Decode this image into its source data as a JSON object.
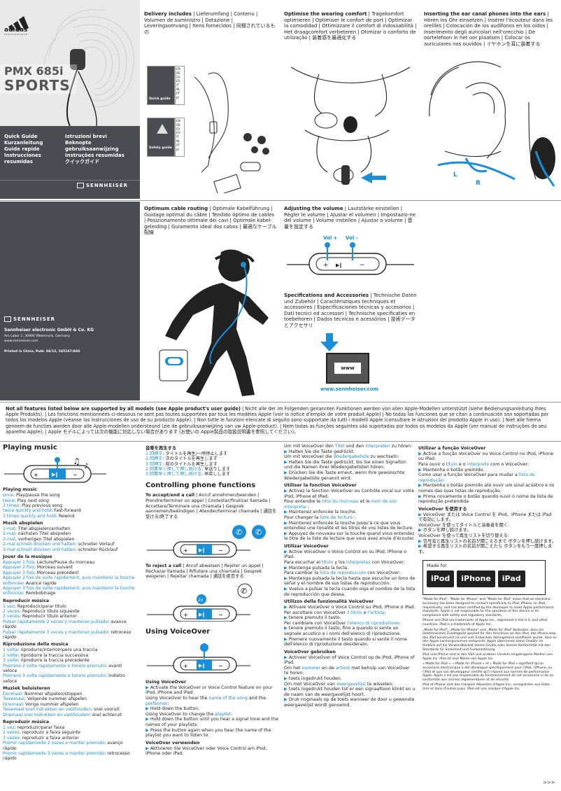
{
  "cover": {
    "brand": "adidas",
    "brand_sub": "PERFORMANCE",
    "model": "PMX 685i",
    "sports": "SPORTS",
    "guides_left": [
      "Quick Guide",
      "Kurzanleitung",
      "Guide rapide",
      "Instrucciones resumidas"
    ],
    "guides_right": [
      "Istruzioni brevi",
      "Beknopte gebruiksaanwijzing",
      "Instruções resumidas",
      "クイックガイド"
    ],
    "sennheiser": "SENNHEISER"
  },
  "back": {
    "sennheiser": "SENNHEISER",
    "company": "Sennheiser electronic GmbH & Co. KG",
    "address": "Am Labor 1, 30900 Wedemark, Germany",
    "web": "www.sennheiser.com",
    "printed": "Printed in China, Publ. 06/12, 545167/A03"
  },
  "panel_delivery": {
    "bold": "Delivery includes",
    "text": " | Lieferumfang | Contenu | Volumen de suministro | Dotazione | Leveringsomvang | Itens fornecidos | 同梱されているもの",
    "qg_label": "Quick guide",
    "sg_label": "Safety guide",
    "langs": [
      "EN",
      "DE",
      "FR",
      "ES",
      "IT",
      "NL",
      "PT",
      "JA"
    ]
  },
  "panel_comfort": {
    "bold": "Optimise the wearing comfort",
    "text": " | Tragekomfort optimieren | Optimiser le confort de port | Optimizar la comodidad | Ottimizzare il comfort di indossabilità | Het draagcomfort verbeteren | Otimizar o conforto de utilização | 装着感を最適化する"
  },
  "panel_insert": {
    "bold": "Inserting the ear canal phones into the ears",
    "text": " | Hören ins Ohr einsetzen | Insérer l'écouteur dans les oreilles | Colocación de los audífonos en los oídos | Inserimento degli auricolari nell'orecchio | De oortelefoon in het oor plaatsen | Colocar os auriculares nos ouvidos | イヤホンを耳に装着する",
    "L": "L",
    "R": "R"
  },
  "panel_cable": {
    "bold": "Optimum cable routing",
    "text": " | Optimale Kabelführung | Guidage optimal du câble | Tendido óptimo de cables | Posizionamento ottimale dei cavi | Optimale kabel-geleiding | Guiamento ideal dos cabos | 最適なケーブル配線"
  },
  "panel_volume": {
    "bold": "Adjusting the volume",
    "text": " | Lautstärke einstellen | Régler le volume | Ajustar el volumen | Impostazio-ne del volume | Volume instellen | Ajustar o volume | 音量を設定する",
    "vol_plus": "Vol +",
    "vol_minus": "Vol –"
  },
  "panel_specs": {
    "bold": "Specifications and Accessories",
    "text": " | Technische Daten und Zubehör | Caractéristiques techniques et accessoires | Especificaciones técnicas y accesorios | Dati tecnici ed accessori | Technische specificaties en toebehoren | Dados técnicos e acessórios | 技術データとアクセサリ",
    "www": "www",
    "url": "www.sennheiser.com"
  },
  "notice": {
    "bold": "Not all features listed below are supported by all models (see Apple product's user guide)",
    "text": " | Nicht alle der im Folgenden genannten Funktionen werden von allen Apple-Modellen unterstützt (siehe Bedienungsanleitung Ihres Apple Produkts). | Les fonctions mentionnées ci-dessous ne sont pas toutes supportées par tous les modèles Apple (voir la notice d'emploi de votre produit Apple) | No todas las funciones que se citan a continuación son soportadas por todos los modelos Apple (véanse las instrucciones de uso de su producto Apple). | Non tutte le funzioni elencate di seguito sono supportate da tutti i modelli Apple (consultare le istruzioni del prodotto Apple in uso). | Niet alle hierna genoem-de functies worden door alle Apple-modellen ondersteund (zie de gebruiksaanwijzing van uw Apple-product). | Nem todas as funções seguintes são suportadas por todos os modelos da Apple (ver manual de instruções do seu aparelho Apple). | Apple モデルによっては次の機能に対応しない場合があります (お使いの Apple製品の取扱説明書を参照してください)。"
  },
  "col1": {
    "title": "Playing music",
    "en_head": "Playing music",
    "en": [
      [
        "once",
        ": Play/pause the song"
      ],
      [
        "twice",
        ": Play next song"
      ],
      [
        "3 times",
        ": Play previous song"
      ],
      [
        "twice quickly and hold",
        ": Fast-forward"
      ],
      [
        "3 times quickly and hold",
        ": Rewind"
      ]
    ],
    "de_head": "Musik abspielen",
    "de": [
      [
        "1-mal",
        ": Titel abspielen/anhalten"
      ],
      [
        "2-mal",
        ": nächsten Titel abspielen"
      ],
      [
        "3-mal",
        ": vorherigen Titel abspielen"
      ],
      [
        "2-mal schnell drücken und halten",
        ": schneller Vorlauf"
      ],
      [
        "3-mal schnell drücken und halten",
        ": schneller Rücklauf"
      ]
    ],
    "fr_head": "Jouer de la musique",
    "fr": [
      [
        "Appuyer 1 fois",
        ": Lecture/Pause du morceau"
      ],
      [
        "Appuyer 2 fois",
        ": Morceau suivant"
      ],
      [
        "Appuyer 3 fois",
        ": Morceau précédent"
      ],
      [
        "Appuyer 2 fois de suite rapidement, puis maintenir la touche enfoncée",
        ": Avance rapide"
      ],
      [
        "Appuyer 3 fois de suite rapidement, puis maintenir la touche enfoncée",
        ": Rembobinage"
      ]
    ],
    "es_head": "Reproducir música",
    "es": [
      [
        "1 vez",
        ": Reproducir/parar título"
      ],
      [
        "2 veces",
        ": Reproducir título siguiente"
      ],
      [
        "3 veces",
        ": Reproducir título anterior"
      ],
      [
        "Pulsar rápidamente 2 veces y mantener pulsado",
        ": avance rápido"
      ],
      [
        "Pulsar rápidamente 3 veces y mantener pulsado",
        ": retroceso rápido"
      ]
    ],
    "it_head": "Riproduzione della musica",
    "it": [
      [
        "1 volta",
        ": riprodurre/interrompere una traccia"
      ],
      [
        "2 volte",
        ": riprodurre la traccia successiva"
      ],
      [
        "3 volte",
        ": riprodurre la traccia precedente"
      ],
      [
        "Premere 2 volte rapidamente e tenere premuto",
        ": avanti veloce"
      ],
      [
        "Premere 3 volte rapidamente e tenere premuto",
        ": indietro veloce"
      ]
    ],
    "nl_head": "Muziek beluisteren",
    "nl": [
      [
        "Eenmaal",
        ": Nummer afspelen/stoppen"
      ],
      [
        "Tweemaal",
        ": Volgende nummer afspelen"
      ],
      [
        "Driemaal",
        ": Vorige nummer afspelen"
      ],
      [
        "Tweemaal snel indrukken en vasthouden",
        ": snel vooruit"
      ],
      [
        "Driemaal snel indrukken en vasthouden",
        ": snel achteruit"
      ]
    ],
    "pt_head": "Reproduzir música",
    "pt": [
      [
        "1 vez",
        ": reproduzir/parar faixa"
      ],
      [
        "2 vezes",
        ": reproduzir a faixa seguinte"
      ],
      [
        "3 vezes",
        ": reproduzir a faixa anterior"
      ],
      [
        "Premir rapidamente 2 vezes e manter premido",
        ": avanço rápido"
      ],
      [
        "Premir rapidamente 3 vezes e manter premido",
        ": retrocesso rápido"
      ]
    ]
  },
  "col2": {
    "ja_head": "音楽を再生する",
    "ja": [
      [
        "1 回押す",
        ": タイトルを再生/一時停止します"
      ],
      [
        "2 回押す",
        ": 次のタイトルを再生します"
      ],
      [
        "3 回押す",
        ": 前のタイトルを再生します"
      ],
      [
        "2 回素早く押して押し続ける",
        ": 早送りします"
      ],
      [
        "3 回素早く押して押し続ける",
        ": 早戻しします"
      ]
    ],
    "phone_title": "Controlling phone functions",
    "accept_bold": "To accept/end a call",
    "accept_text": " | Anruf annehmen/beenden | Prendre/terminer un appel | Contestar/finalizar llamada | Accettare/Terminare una chiamata | Gesprek aannemen/beëindigen | Atender/terminar chamada | 通話を受ける/終了する",
    "reject_bold": "To reject a call",
    "reject_text": " | Anruf abweisen | Rejeter un appel | Rechazar llamada | Rifiutare una chiamata | Gesprek weigeren | Rejeitar chamada | 通話を拒否する",
    "voiceover_title": "Using VoiceOver",
    "en_head": "Using VoiceOver",
    "en": [
      {
        "a": true,
        "t": "Activate the VoiceOver or Voice Control feature on your iPod, iPhone and iPad."
      },
      {
        "t": "Using VoiceOver to hear the ",
        "b": "name of the song",
        "t2": " and the ",
        "b2": "performer",
        "t3": ":"
      },
      {
        "a": true,
        "t": "Hold down the button."
      },
      {
        "t": "Using VoiceOver to change the ",
        "b": "playlist",
        ":": ":"
      },
      {
        "a": true,
        "t": "Hold down the button until you hear a signal tone and the names of your playlists."
      },
      {
        "a": true,
        "t": "Press the button again when you hear the name of the playlist you want to listen to."
      }
    ],
    "de_head": "VoiceOver verwenden",
    "de": [
      {
        "a": true,
        "t": "Aktivieren Sie VoiceOver oder Voice Control am iPod, iPhone oder iPad."
      }
    ]
  },
  "col3": {
    "de_cont": [
      {
        "t": "Um mit VoiceOver den ",
        "b": "Titel",
        "t2": " und den ",
        "b2": "Interpreten",
        "t3": " zu hören:"
      },
      {
        "a": true,
        "t": "Halten Sie die Taste gedrückt."
      },
      {
        "t": "Um mit VoiceOver die ",
        "b": "Wiedergabeliste",
        "t2": " zu wechseln:"
      },
      {
        "a": true,
        "t": "Halten Sie die Taste gedrückt, bis Sie einen Signalton und die Namen Ihrer Wiedergabelisten hören."
      },
      {
        "a": true,
        "t": "Drücken Sie die Taste erneut, wenn Ihre gewünschte Wiedergabeliste genannt wird."
      }
    ],
    "fr_head": "Utiliser la fonction VoiceOver",
    "fr": [
      {
        "a": true,
        "t": "Activez la fonction VoiceOver ou Contrôle vocal sur votre iPod, iPhone et iPad."
      },
      {
        "t": "Pour entendre le ",
        "b": "titre du morceau",
        "t2": " et le ",
        "b2": "nom de son interprète",
        "t3": " :"
      },
      {
        "a": true,
        "t": "Maintenez enfoncée la touche."
      },
      {
        "t": "Pour changer la ",
        "b": "liste de lecture",
        "t2": " :"
      },
      {
        "a": true,
        "t": "Maintenez enfoncée la touche jusqu'à ce que vous entendiez une tonalité et les titres de vos listes de lecture."
      },
      {
        "a": true,
        "t": "Appuyez de nouveau sur la touche quand vous entendez le titre de la liste de lecture que vous avez envie d'écouter."
      }
    ],
    "es_head": "Utilizar VoiceOver",
    "es": [
      {
        "a": true,
        "t": "Active VoiceOver o Voice Control en su iPod, iPhone o iPad."
      },
      {
        "t": "Para escuchar el ",
        "b": "título",
        "t2": " y los ",
        "b2": "intérpretes",
        "t3": " con VoiceOver:"
      },
      {
        "a": true,
        "t": "Mantenga pulsada la tecla."
      },
      {
        "t": "Para cambiar la ",
        "b": "lista de reproducción",
        "t2": " con VoiceOver:"
      },
      {
        "a": true,
        "t": "Mantenga pulsada la tecla hasta que escuche un tono de señal y el nombre de sus listas de reproducción."
      },
      {
        "a": true,
        "t": "Vuelva a pulsar la tecla cuando oiga el nombre de la lista de reproducción que desea."
      }
    ],
    "it_head": "Utilizzo della funzionalità VoiceOver",
    "it": [
      {
        "a": true,
        "t": "Attivare VoiceOver o Voice Control su iPod, iPhone o iPad."
      },
      {
        "t": "Per ascoltare con VoiceOver ",
        "b": "il titolo",
        "t2": " e ",
        "b2": "l'artista",
        "t3": ":"
      },
      {
        "a": true,
        "t": "tenere premuto il tasto."
      },
      {
        "t": "Per cambiare con VoiceOver ",
        "b": "l'elenco di riproduzione",
        "t2": ":"
      },
      {
        "a": true,
        "t": "tenere premuto il tasto, fino a quando si sente un segnale acustico e i nomi dell'elenco di riproduzione."
      },
      {
        "a": true,
        "t": "Premere nuovamente il tasto quando si sente il nome dell'elenco di riproduzione desiderato."
      }
    ],
    "nl_head": "VoiceOver gebruiken",
    "nl": [
      {
        "a": true,
        "t": "Activeer VoiceOver of Voice Control op de iPod, iPhone of iPad."
      },
      {
        "t": "Om het ",
        "b": "nummer",
        "t2": " en de ",
        "b2": "artiest",
        "t3": " met behulp van VoiceOver te horen:"
      },
      {
        "a": true,
        "t": "toets ingedrukt houden."
      },
      {
        "t": "Om met VoiceOver van ",
        "b": "weergavelijst",
        "t2": " te wisselen:"
      },
      {
        "a": true,
        "t": "toets ingedrukt houden tot er een signaaltoon klinkt en u de naam van de weergavelijst hoort."
      },
      {
        "a": true,
        "t": "Druk nogmaals op de toets wanneer de door u gewenste weergavelijst wordt genoemd."
      }
    ]
  },
  "col4": {
    "pt_head": "Utilizar a função VoiceOver",
    "pt": [
      {
        "a": true,
        "t": "Active a função VoiceOver ou Voice Control no iPod, iPhone ou iPad."
      },
      {
        "t": "Para ouvir o ",
        "b": "título",
        "t2": " e o ",
        "b2": "intérprete",
        "t3": " com o VoiceOver:"
      },
      {
        "a": true,
        "t": "Mantenha o botão premido."
      },
      {
        "t": "Como usar a função VoiceOver para mudar a ",
        "b": "lista de reprodução",
        "t2": ":"
      },
      {
        "a": true,
        "t": "Mantenha o botão premido até ouvir um sinal acústico e os nomes das suas listas de reprodução."
      },
      {
        "a": true,
        "t": "Prima novamente o botão quando ouvir o nome da lista de reprodução pretendida"
      }
    ],
    "ja_head": "VoiceOver を使用する",
    "ja": [
      {
        "a": true,
        "t": "VoiceOver または Voice Control を iPod、iPhone または iPad で有効にします。"
      },
      {
        "t": "VoiceOver を使ってタイトルと演奏者を聞く:"
      },
      {
        "a": true,
        "t": "ボタンを押し続けます。"
      },
      {
        "t": "VoiceOver を使って再生リストを切り替える:"
      },
      {
        "a": true,
        "t": "信号音と再生リストの名前が聞こえるまで ボタンを押し続けます。"
      },
      {
        "a": true,
        "t": "希望する再生リストの名前が聞こえたら ボタンをもう一度押します。"
      }
    ],
    "made_for": "Made for",
    "badges": [
      "iPod",
      "iPhone",
      "iPad"
    ],
    "legal": [
      "\"Made for iPod\", \"Made for iPhone\" and \"Made for iPad\" mean that an electronic accessory has been designed to connect specifically to iPod, iPhone, or iPad, respectively, and has been certified by the developer to meet Apple performance standards. Apple is not responsible for the operation of this device or its compliance with safety and regulatory standards.",
      "iPhone and iPod are trademarks of Apple Inc., registered in the U.S. and other countries. iPad is a trademark of Apple Inc.",
      "„Made for iPod\", „Made for iPhone\" und „Made for iPad\" bedeuten, dass ein elektronisches Zusatzgerät speziell für den Anschluss an den iPod, das iPhone bzw. das iPad konstruiert ist und vom Entwickler dahingehend zertifiziert wurde, dass es den Apple-Leistungsnormen entspricht. Apple übernimmt keine Gewähr im Hinblick auf die Verwendbarkeit dieses Geräts oder dessen Konformität mit den Standards für Sicherheit und Funkentstörung.",
      "iPod und iPhone sind in den USA und anderen Ländern eingetragene Marken von Apple Inc. iPad ist eine Marke von Apple Inc.",
      "« Made for iPod », « Made for iPhone » et « Made for iPad » signifient qu'un accessoire électronique a été développé spécifiquement pour l'iPod, l'iPhone, ou l'iPad et que son développeur certifie qu'il répond aux normes de performance Apple. Apple n'est pas responsable du fonctionnement de cet accessoire ni de sa conformité aux normes réglementaires et de sécurité.",
      "iPod et iPhone sont des marques déposées d'Apple Inc., enregistrées aux Etats-Unis et dans d'autres pays. iPad est une marque d'Apple Inc."
    ],
    "more": ">>>"
  }
}
